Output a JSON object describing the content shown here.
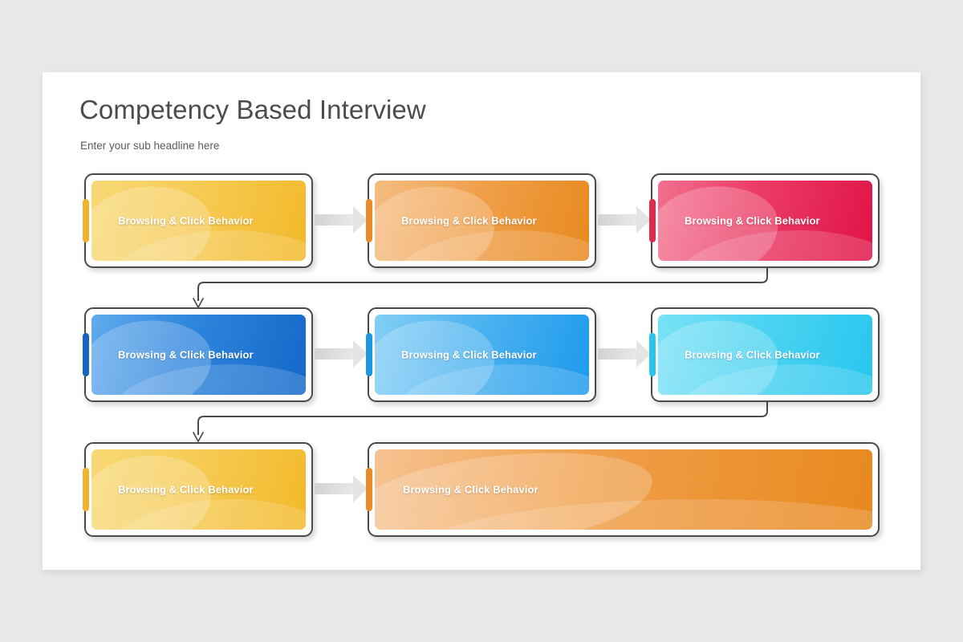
{
  "page": {
    "background_color": "#e8e8e9",
    "slide_background": "#ffffff"
  },
  "header": {
    "title": "Competency Based Interview",
    "subtitle": "Enter your sub headline here",
    "title_color": "#4c4c4c",
    "subtitle_color": "#5a5a5a"
  },
  "diagram": {
    "type": "flow-process",
    "label_text": "Browsing & Click Behavior",
    "connector_color": "#4a4a4a",
    "arrow_color": "#e0e0e0",
    "rows": [
      {
        "row_index": 1,
        "nodes": [
          {
            "id": "node-1",
            "label": "Browsing & Click Behavior",
            "accent_color": "#f2b32e",
            "gradient_from": "#f8d977",
            "gradient_to": "#f2b92a",
            "width": "standard"
          },
          {
            "id": "node-2",
            "label": "Browsing & Click Behavior",
            "accent_color": "#ea8b2a",
            "gradient_from": "#f3b06a",
            "gradient_to": "#e8891f",
            "width": "standard"
          },
          {
            "id": "node-3",
            "label": "Browsing & Click Behavior",
            "accent_color": "#e02a4d",
            "gradient_from": "#f36c90",
            "gradient_to": "#e01347",
            "width": "standard"
          }
        ]
      },
      {
        "row_index": 2,
        "nodes": [
          {
            "id": "node-4",
            "label": "Browsing & Click Behavior",
            "accent_color": "#1565c0",
            "gradient_from": "#5ca7ec",
            "gradient_to": "#1468c9",
            "width": "standard"
          },
          {
            "id": "node-5",
            "label": "Browsing & Click Behavior",
            "accent_color": "#1e96e0",
            "gradient_from": "#7fcdf4",
            "gradient_to": "#1e9aec",
            "width": "standard"
          },
          {
            "id": "node-6",
            "label": "Browsing & Click Behavior",
            "accent_color": "#2bc4ec",
            "gradient_from": "#72e0f4",
            "gradient_to": "#28c6ee",
            "width": "standard"
          }
        ]
      },
      {
        "row_index": 3,
        "nodes": [
          {
            "id": "node-7",
            "label": "Browsing & Click Behavior",
            "accent_color": "#f2b32e",
            "gradient_from": "#f8d977",
            "gradient_to": "#f2b92a",
            "width": "standard"
          },
          {
            "id": "node-8",
            "label": "Browsing & Click Behavior",
            "accent_color": "#ea8b2a",
            "gradient_from": "#f3b06a",
            "gradient_to": "#e8891f",
            "width": "wide"
          }
        ]
      }
    ],
    "connectors": [
      {
        "id": "arrow-1-2",
        "type": "straight-right"
      },
      {
        "id": "arrow-2-3",
        "type": "straight-right"
      },
      {
        "id": "elbow-row1-row2",
        "type": "elbow-down-left"
      },
      {
        "id": "arrow-4-5",
        "type": "straight-right"
      },
      {
        "id": "arrow-5-6",
        "type": "straight-right"
      },
      {
        "id": "elbow-row2-row3",
        "type": "elbow-down-left"
      },
      {
        "id": "arrow-7-8",
        "type": "straight-right"
      }
    ]
  }
}
